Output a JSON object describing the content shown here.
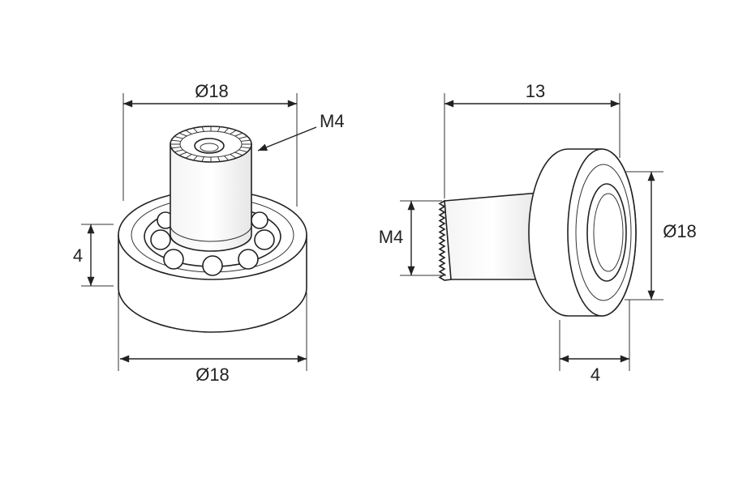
{
  "left_view": {
    "dim_top_diameter": "Ø18",
    "dim_thread": "M4",
    "dim_height": "4",
    "dim_bottom_diameter": "Ø18"
  },
  "right_view": {
    "dim_length": "13",
    "dim_thread": "M4",
    "dim_diameter": "Ø18",
    "dim_width": "4"
  },
  "colors": {
    "line": "#222222",
    "background": "#ffffff"
  }
}
